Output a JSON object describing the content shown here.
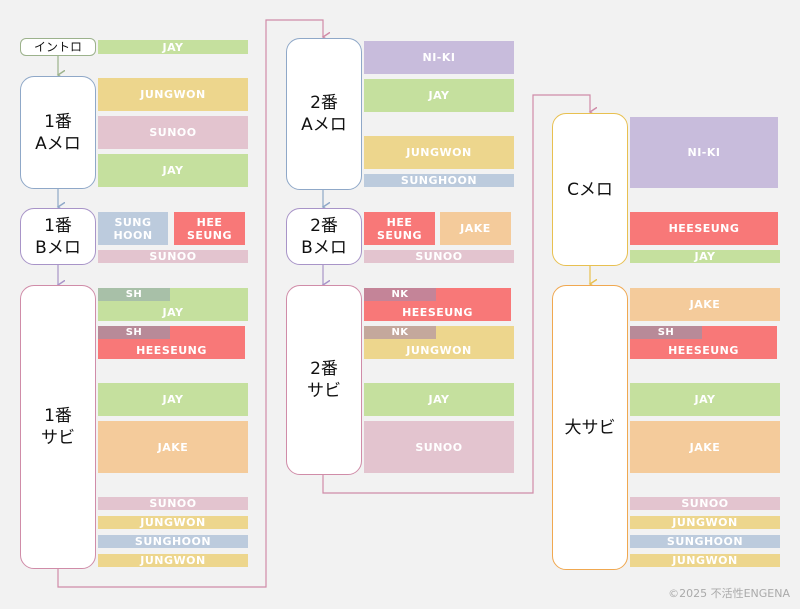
{
  "colors": {
    "JAY": "#c5e09e",
    "JUNGWON": "#edd68d",
    "SUNOO": "#e3c4cf",
    "SUNGHOON": "#bccbdd",
    "HEESEUNG": "#f87878",
    "JAKE": "#f4cb9b",
    "NI-KI": "#c8bcdc",
    "intro_border": "#9cb28c",
    "a_border": "#8fa8c8",
    "b_border": "#a894c8",
    "sabi_border": "#d08ca8",
    "c_border": "#e8c050",
    "big_border": "#f0a850",
    "sh_overlay": "#b88a98",
    "nk_overlay": "#c48498",
    "nk_overlay2": "#c4a89c"
  },
  "sections": {
    "intro": "イントロ",
    "a1": "1番\nAメロ",
    "b1": "1番\nBメロ",
    "s1": "1番\nサビ",
    "a2": "2番\nAメロ",
    "b2": "2番\nBメロ",
    "s2": "2番\nサビ",
    "c": "Cメロ",
    "big": "大サビ"
  },
  "parts": {
    "intro": [
      "JAY"
    ],
    "a1": [
      "JUNGWON",
      "SUNOO",
      "JAY"
    ],
    "b1": [
      "SUNG\nHOON",
      "HEE\nSEUNG",
      "SUNOO"
    ],
    "s1": [
      "JAY",
      "HEESEUNG",
      "JAY",
      "JAKE",
      "SUNOO",
      "JUNGWON",
      "SUNGHOON",
      "JUNGWON"
    ],
    "s1_overlays": [
      "SH",
      "SH"
    ],
    "a2": [
      "NI-KI",
      "JAY",
      "JUNGWON",
      "SUNGHOON"
    ],
    "b2": [
      "HEE\nSEUNG",
      "JAKE",
      "SUNOO"
    ],
    "s2": [
      "HEESEUNG",
      "JUNGWON",
      "JAY",
      "SUNOO"
    ],
    "s2_overlays": [
      "NK",
      "NK"
    ],
    "c": [
      "NI-KI",
      "HEESEUNG",
      "JAY"
    ],
    "big": [
      "JAKE",
      "HEESEUNG",
      "JAY",
      "JAKE",
      "SUNOO",
      "JUNGWON",
      "SUNGHOON",
      "JUNGWON"
    ],
    "big_overlays": [
      "SH"
    ]
  },
  "credit": "©2025 不活性ENGENA"
}
